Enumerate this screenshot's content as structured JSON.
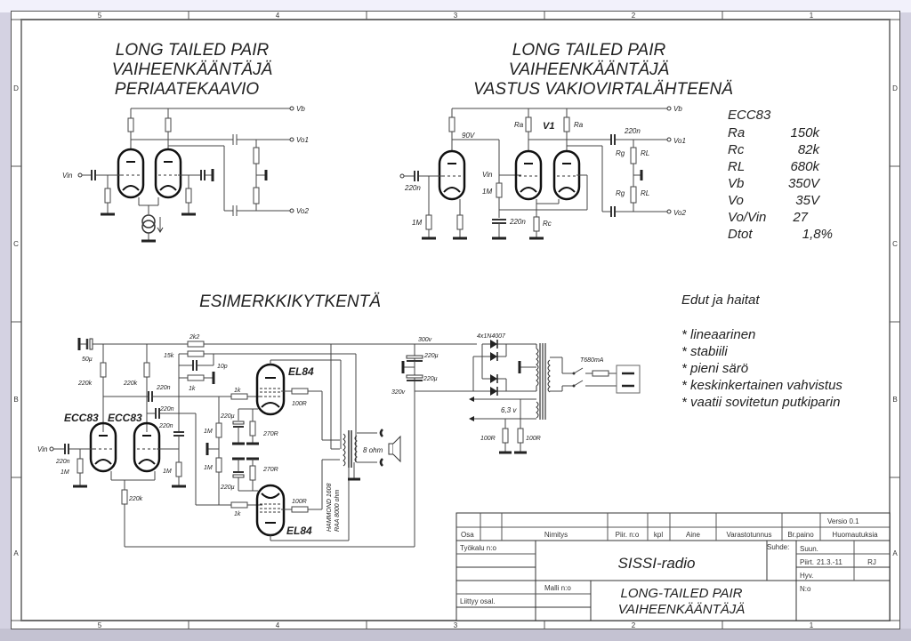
{
  "frame": {
    "columns": [
      "5",
      "4",
      "3",
      "2",
      "1"
    ],
    "rows": [
      "D",
      "C",
      "B",
      "A"
    ]
  },
  "diagram1": {
    "title_lines": [
      "LONG TAILED PAIR",
      "VAIHEENKÄÄNTÄJÄ",
      "PERIAATEKAAVIO"
    ],
    "labels": {
      "vb": "Vb",
      "vo1": "Vo1",
      "vo2": "Vo2",
      "vin": "Vin"
    }
  },
  "diagram2": {
    "title_lines": [
      "LONG TAILED PAIR",
      "VAIHEENKÄÄNTÄJÄ",
      "VASTUS VAKIOVIRTALÄHTEENÄ"
    ],
    "labels": {
      "vb": "Vb",
      "vo1": "Vo1",
      "vo2": "Vo2",
      "vin": "Vin",
      "v1": "V1",
      "ra1": "Ra",
      "ra2": "Ra",
      "v90": "90V",
      "c220n_in": "220n",
      "r1m_in": "1M",
      "r1m_grid": "1M",
      "c220n_grid": "220n",
      "rc": "Rc",
      "c220n_out": "220n",
      "rg1": "Rg",
      "rl1": "RL",
      "rg2": "Rg",
      "rl2": "RL"
    }
  },
  "spec_table": {
    "tube": "ECC83",
    "rows": [
      {
        "name": "Ra",
        "value": "150k"
      },
      {
        "name": "Rc",
        "value": "82k"
      },
      {
        "name": "RL",
        "value": "680k"
      },
      {
        "name": "Vb",
        "value": "350V"
      },
      {
        "name": "Vo",
        "value": "35V"
      },
      {
        "name": "Vo/Vin",
        "value": "27"
      },
      {
        "name": "Dtot",
        "value": "1,8%"
      }
    ]
  },
  "pros_cons": {
    "title": "Edut ja haitat",
    "items": [
      "* lineaarinen",
      "* stabiili",
      "* pieni särö",
      "* keskinkertainen vahvistus",
      "* vaatii sovitetun putkiparin"
    ]
  },
  "example": {
    "title": "ESIMERKKIKYTKENTÄ",
    "labels": {
      "c50u": "50µ",
      "r2k2": "2k2",
      "r15k": "15k",
      "c10p": "10p",
      "r1k_fb": "1k",
      "r220k_a": "220k",
      "r220k_b": "220k",
      "c220n_a": "220n",
      "c220n_b": "220n",
      "c220n_c": "220n",
      "ecc83_a": "ECC83",
      "ecc83_b": "ECC83",
      "vin": "Vin",
      "c220n_in": "220n",
      "r1m_in": "1M",
      "r1m_c": "1M",
      "r220k_tail": "220k",
      "r1k_g1": "1k",
      "r1k_g2": "1k",
      "r1m_g1": "1M",
      "r1m_g2": "1M",
      "c220u_1": "220µ",
      "c220u_2": "220µ",
      "r270_1": "270R",
      "r270_2": "270R",
      "el84_1": "EL84",
      "el84_2": "EL84",
      "r100_1": "100R",
      "r100_2": "100R",
      "transformer": "HAMMOND 1608",
      "transformer_imp": "RAA 8000 ohm",
      "speaker": "8 ohm",
      "v300": "300v",
      "v320": "320v",
      "c220u_ps1": "220µ",
      "c220u_ps2": "220µ",
      "diodes": "4x1N4007",
      "fuse": "T680mA",
      "heater": "6,3 v",
      "r100_h1": "100R",
      "r100_h2": "100R"
    }
  },
  "title_block": {
    "version": "Versio 0.1",
    "headers": [
      "Osa",
      "Nimitys",
      "Piir. n:o",
      "kpl",
      "Aine",
      "Varastotunnus",
      "Br.paino",
      "Huomautuksia"
    ],
    "tool_no": "Työkalu n:o",
    "scale": "Suhde:",
    "designed": "Suun.",
    "drawn": "Piirt.",
    "drawn_date": "21.3.-11",
    "drawn_by": "RJ",
    "approved": "Hyv.",
    "project": "SISSI-radio",
    "model_no": "Malli n:o",
    "related": "Liittyy osal.",
    "drawing_title_lines": [
      "LONG-TAILED PAIR",
      "VAIHEENKÄÄNTÄJÄ"
    ],
    "number": "N:o"
  }
}
